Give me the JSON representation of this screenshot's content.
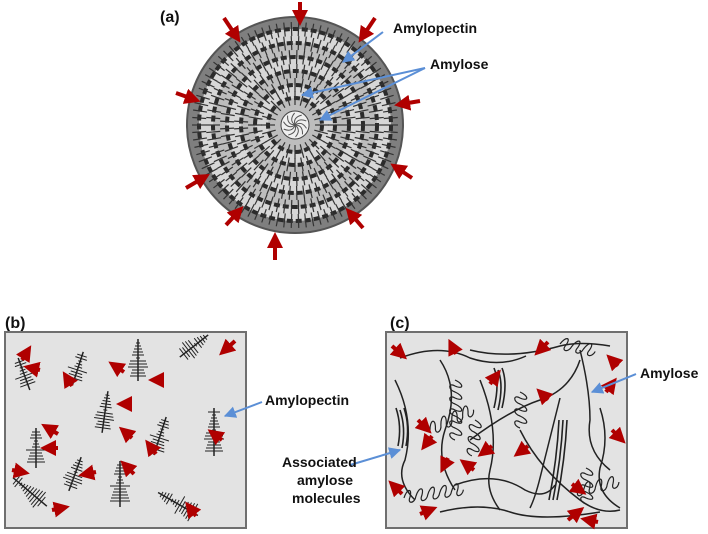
{
  "panels": {
    "a": {
      "label": "(a)",
      "callouts": {
        "amylopectin": "Amylopectin",
        "amylose": "Amylose"
      }
    },
    "b": {
      "label": "(b)",
      "callouts": {
        "amylopectin": "Amylopectin"
      }
    },
    "c": {
      "label": "(c)",
      "callouts": {
        "amylose": "Amylose",
        "associated_line1": "Associated",
        "associated_line2": "amylose",
        "associated_line3": "molecules"
      }
    }
  },
  "colors": {
    "arrow_red": "#b00000",
    "callout_blue": "#5b8fd6",
    "panel_fill": "#e3e3e3",
    "panel_border": "#6f6f6f",
    "granule_grey": "#8a8a8a"
  }
}
